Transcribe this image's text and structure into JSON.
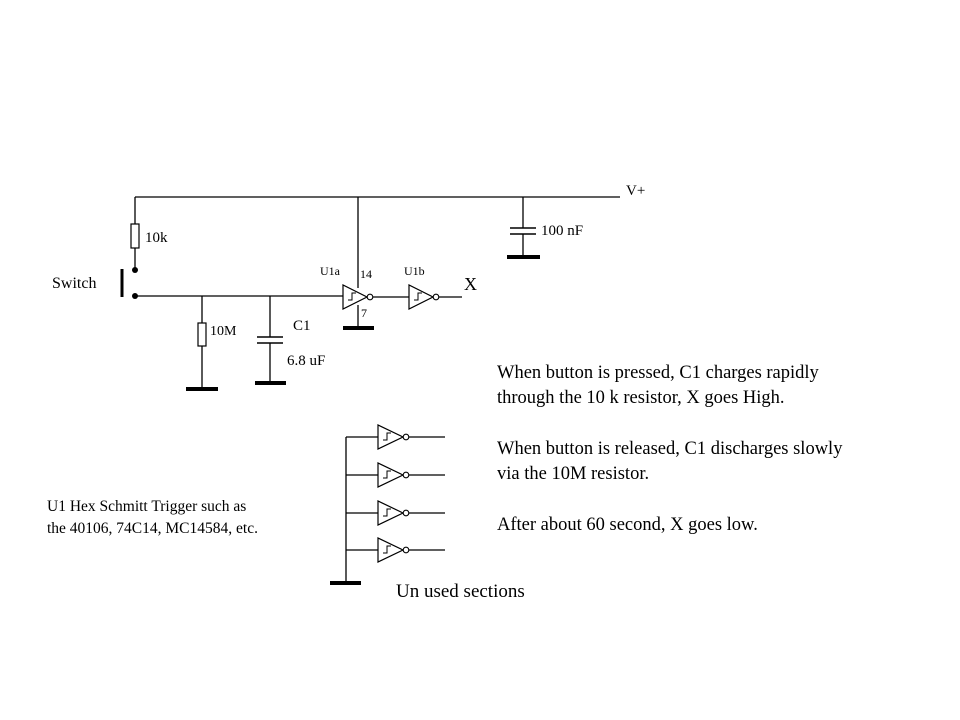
{
  "labels": {
    "vplus": "V+",
    "r_top": "10k",
    "switch": "Switch",
    "u1a": "U1a",
    "pin14": "14",
    "pin7": "7",
    "u1b": "U1b",
    "output": "X",
    "bypass_cap": "100 nF",
    "r_bottom": "10M",
    "cap_name": "C1",
    "cap_value": "6.8 uF",
    "unused": "Un used sections"
  },
  "note_u1": [
    "U1 Hex Schmitt Trigger such as",
    "the  40106, 74C14, MC14584, etc."
  ],
  "description": [
    "When button is pressed, C1 charges rapidly",
    "through the 10 k resistor, X goes High.",
    "When button is released, C1 discharges slowly",
    "via the 10M resistor.",
    "After about 60 second, X goes low."
  ]
}
